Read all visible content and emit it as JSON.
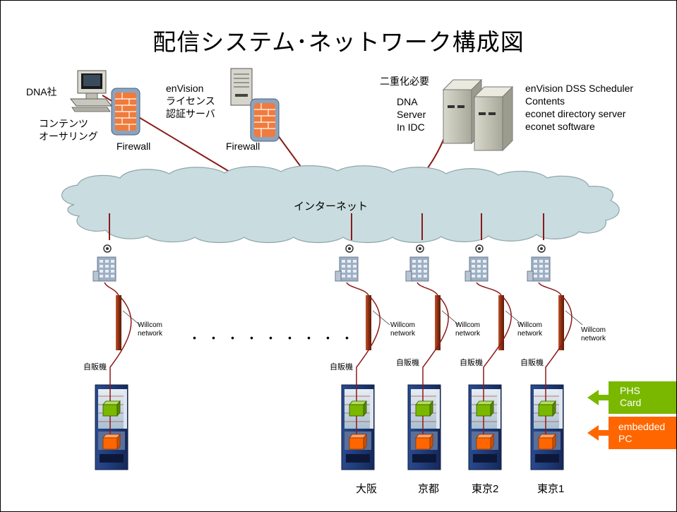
{
  "title": "配信システム･ネットワーク構成図",
  "top_nodes": {
    "authoring": {
      "company": "DNA社",
      "line1": "コンテンツ",
      "line2": "オーサリング",
      "firewall": "Firewall"
    },
    "license": {
      "line1": "enVision",
      "line2": "ライセンス",
      "line3": "認証サーバ",
      "firewall": "Firewall"
    },
    "dna_server": {
      "note": "二重化必要",
      "line1": "DNA",
      "line2": "Server",
      "line3": "In IDC"
    },
    "services": [
      "enVision DSS Scheduler",
      "Contents",
      "econet directory server",
      "econet software"
    ]
  },
  "internet_label": "インターネット",
  "network_label": [
    "Willcom",
    "network"
  ],
  "vending_label": "自販機",
  "ellipsis": "･････････",
  "locations": [
    "大阪",
    "京都",
    "東京2",
    "東京1"
  ],
  "legend": {
    "phs": {
      "line1": "PHS",
      "line2": "Card",
      "color": "#7ab800"
    },
    "pc": {
      "line1": "embedded",
      "line2": "PC",
      "color": "#ff6600"
    }
  },
  "colors": {
    "link": "#8b1a1a",
    "cloud": "#c9dcdf",
    "cabinet": "#1f3a78"
  }
}
